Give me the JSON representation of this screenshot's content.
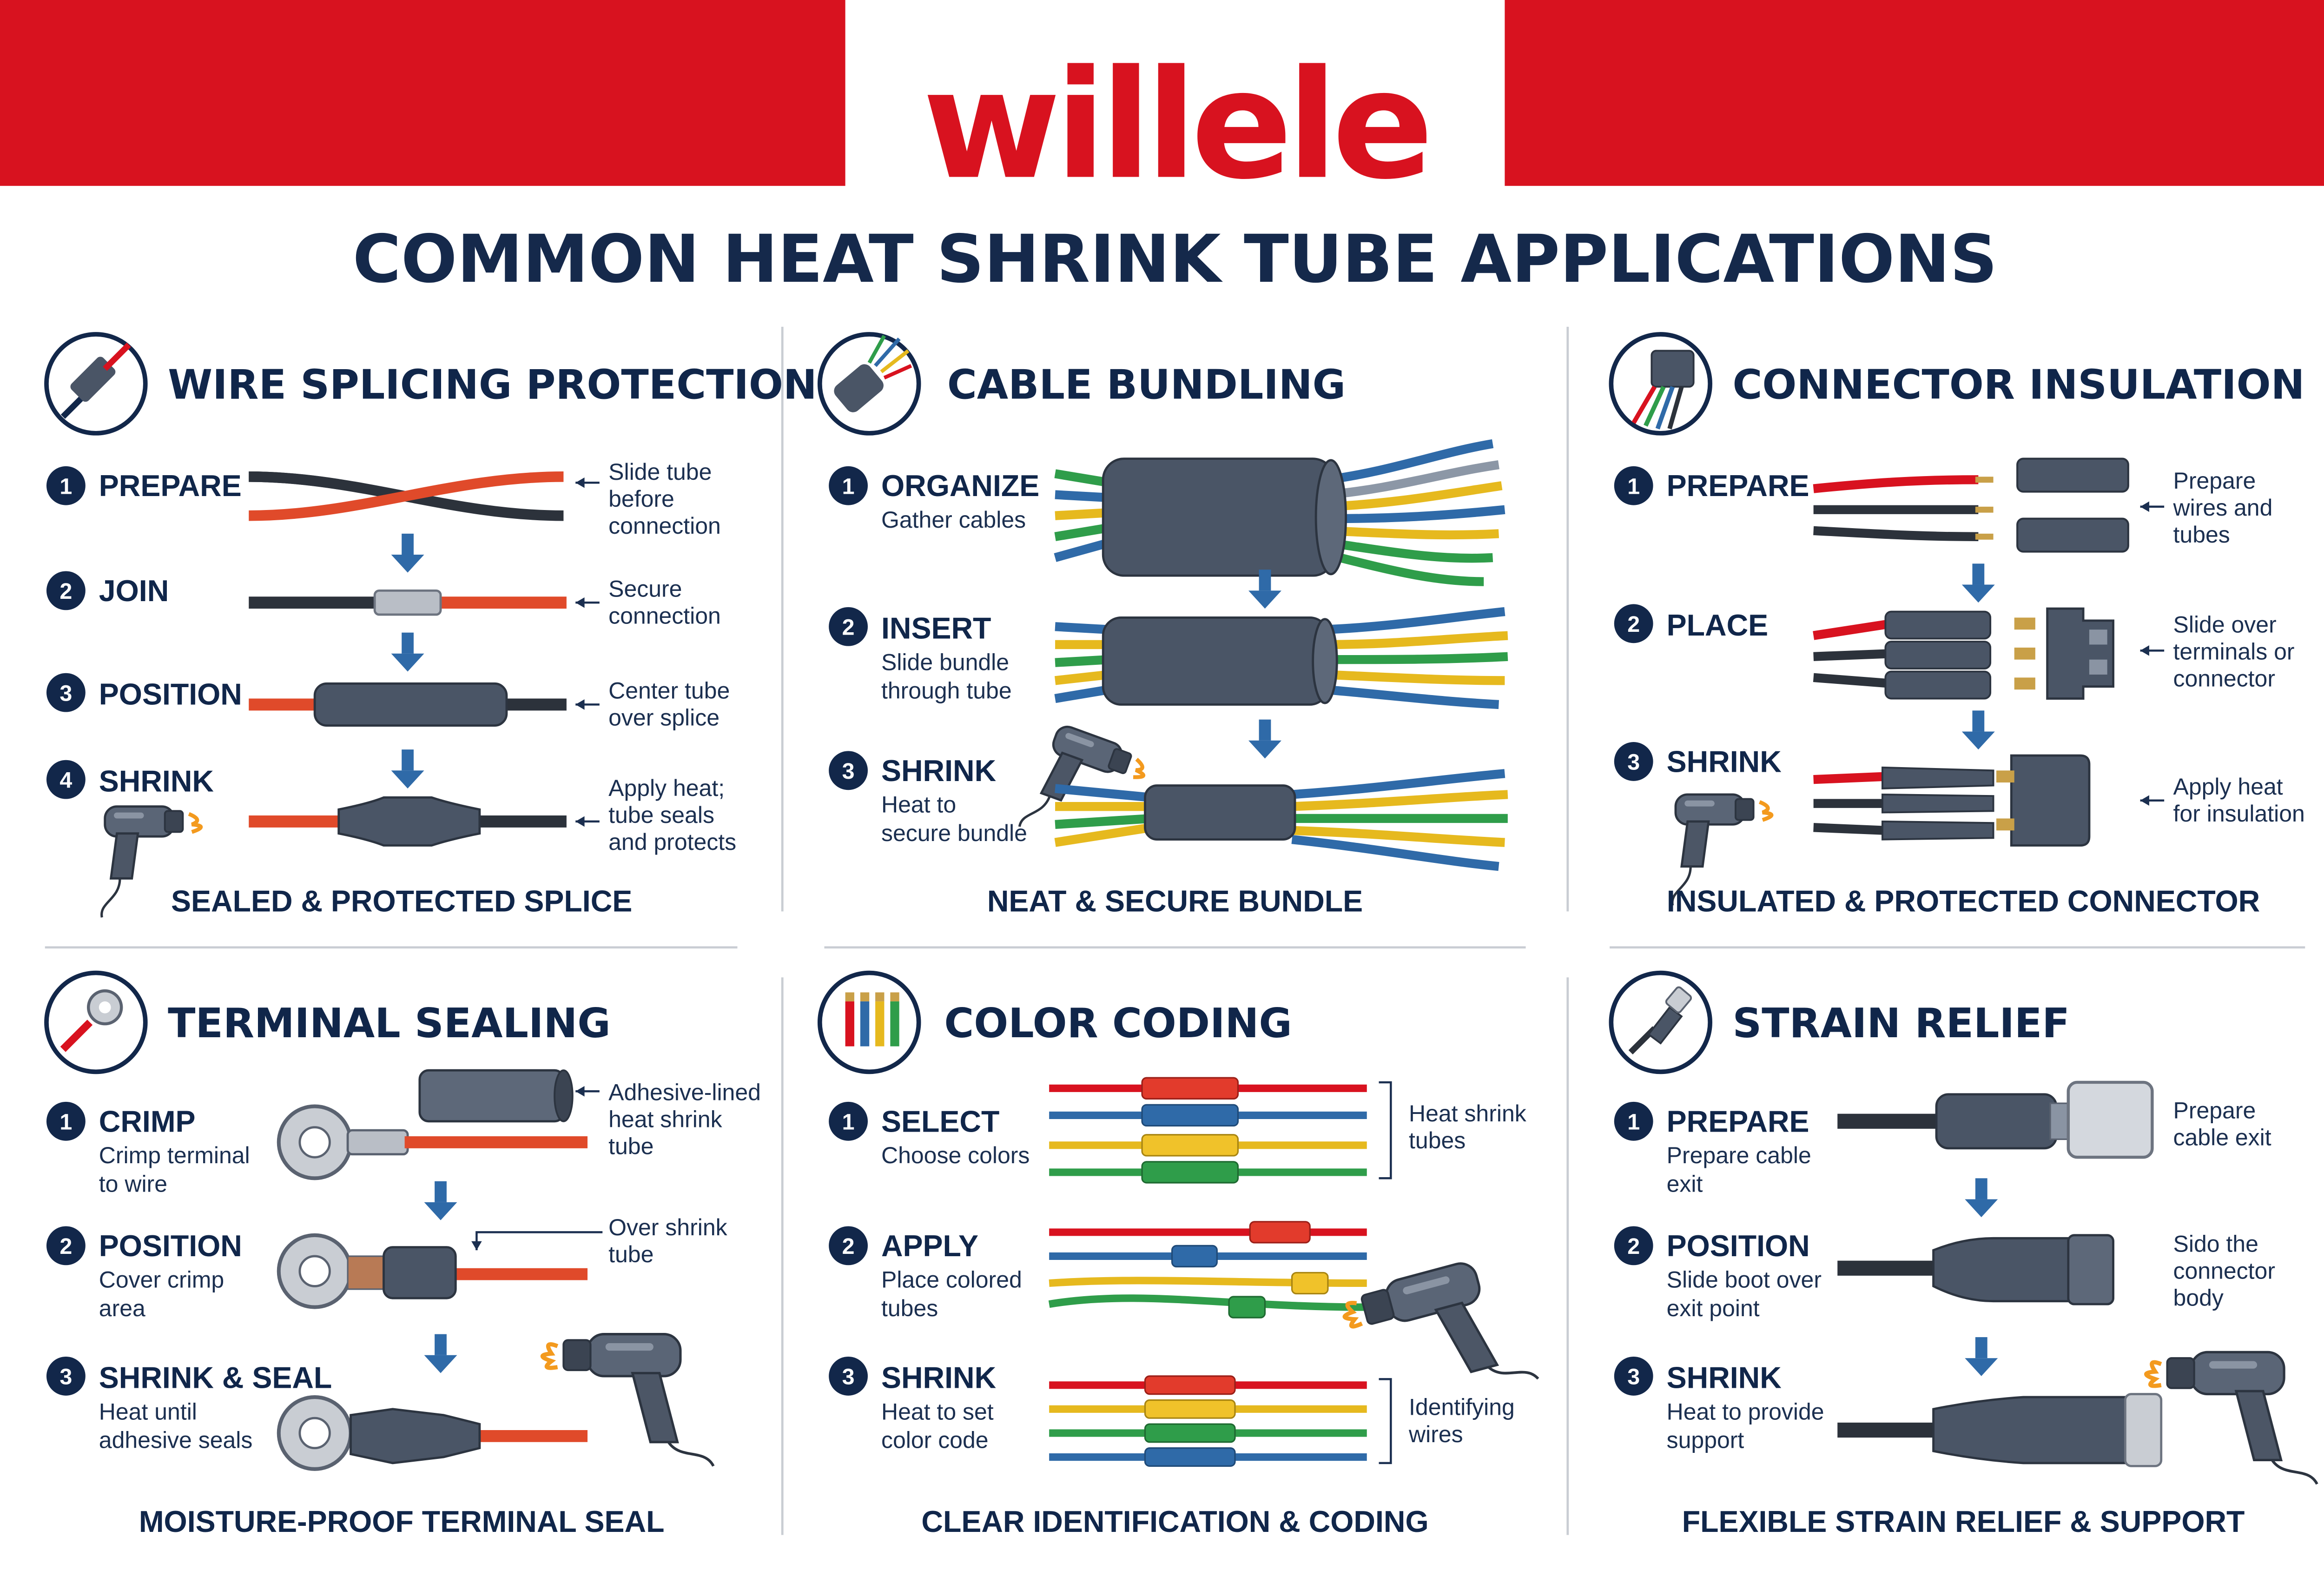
{
  "brand": "willele",
  "main_title": "COMMON HEAT SHRINK TUBE APPLICATIONS",
  "colors": {
    "red": "#d8121f",
    "navy": "#12274a",
    "tube": "#4a5566",
    "accent_orange": "#f39a1e"
  },
  "panels": [
    {
      "title": "WIRE SPLICING PROTECTION",
      "icon": "spliced-wire-icon",
      "steps": [
        {
          "num": "1",
          "label": "PREPARE",
          "note": [
            "Slide tube",
            "before",
            "connection"
          ]
        },
        {
          "num": "2",
          "label": "JOIN",
          "note": [
            "Secure",
            "connection"
          ]
        },
        {
          "num": "3",
          "label": "POSITION",
          "note": [
            "Center tube",
            "over splice"
          ]
        },
        {
          "num": "4",
          "label": "SHRINK",
          "note": [
            "Apply heat;",
            "tube seals",
            "and protects"
          ]
        }
      ],
      "footer": "SEALED & PROTECTED SPLICE"
    },
    {
      "title": "CABLE BUNDLING",
      "icon": "cable-bundle-icon",
      "steps": [
        {
          "num": "1",
          "label": "ORGANIZE",
          "desc": [
            "Gather cables"
          ]
        },
        {
          "num": "2",
          "label": "INSERT",
          "desc": [
            "Slide bundle",
            "through tube"
          ]
        },
        {
          "num": "3",
          "label": "SHRINK",
          "desc": [
            "Heat to",
            "secure bundle"
          ]
        }
      ],
      "footer": "NEAT & SECURE BUNDLE"
    },
    {
      "title": "CONNECTOR INSULATION",
      "icon": "connector-icon",
      "steps": [
        {
          "num": "1",
          "label": "PREPARE",
          "note": [
            "Prepare",
            "wires and",
            "tubes"
          ]
        },
        {
          "num": "2",
          "label": "PLACE",
          "note": [
            "Slide over",
            "terminals or",
            "connector"
          ]
        },
        {
          "num": "3",
          "label": "SHRINK",
          "note": [
            "Apply heat",
            "for insulation"
          ]
        }
      ],
      "footer": "INSULATED & PROTECTED CONNECTOR"
    },
    {
      "title": "TERMINAL SEALING",
      "icon": "ring-terminal-icon",
      "steps": [
        {
          "num": "1",
          "label": "CRIMP",
          "desc": [
            "Crimp terminal",
            "to wire"
          ],
          "note": [
            "Adhesive-lined",
            "heat shrink",
            "tube"
          ]
        },
        {
          "num": "2",
          "label": "POSITION",
          "desc": [
            "Cover crimp",
            "area"
          ],
          "note": [
            "Over shrink",
            "tube"
          ]
        },
        {
          "num": "3",
          "label": "SHRINK & SEAL",
          "desc": [
            "Heat until",
            "adhesive seals"
          ]
        }
      ],
      "footer": "MOISTURE-PROOF TERMINAL SEAL"
    },
    {
      "title": "COLOR CODING",
      "icon": "color-wires-icon",
      "steps": [
        {
          "num": "1",
          "label": "SELECT",
          "desc": [
            "Choose colors"
          ],
          "note": [
            "Heat shrink",
            "tubes"
          ]
        },
        {
          "num": "2",
          "label": "APPLY",
          "desc": [
            "Place colored",
            "tubes"
          ]
        },
        {
          "num": "3",
          "label": "SHRINK",
          "desc": [
            "Heat to set",
            "color code"
          ],
          "note": [
            "Identifying",
            "wires"
          ]
        }
      ],
      "footer": "CLEAR IDENTIFICATION & CODING"
    },
    {
      "title": "STRAIN RELIEF",
      "icon": "cable-plug-icon",
      "steps": [
        {
          "num": "1",
          "label": "PREPARE",
          "desc": [
            "Prepare cable",
            "exit"
          ],
          "note": [
            "Prepare",
            "cable exit"
          ]
        },
        {
          "num": "2",
          "label": "POSITION",
          "desc": [
            "Slide boot over",
            "exit point"
          ],
          "note": [
            "Sido the",
            "connector",
            "body"
          ]
        },
        {
          "num": "3",
          "label": "SHRINK",
          "desc": [
            "Heat to provide",
            "support"
          ]
        }
      ],
      "footer": "FLEXIBLE STRAIN RELIEF & SUPPORT"
    }
  ]
}
